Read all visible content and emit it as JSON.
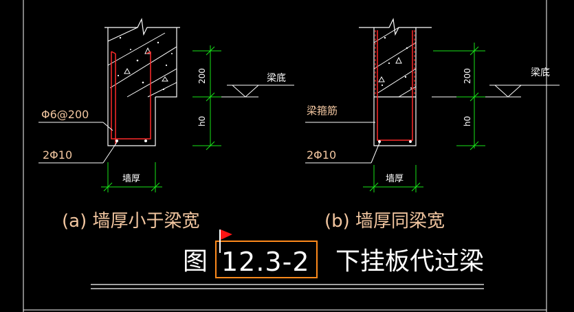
{
  "colors": {
    "background": "#000000",
    "outline": "#ffffff",
    "rebar": "#ff2a2a",
    "dimension": "#19e619",
    "label": "#f2c6a0",
    "caption": "#f2c6a0",
    "highlight_box": "#ff8a1c",
    "flag": "#ff1414"
  },
  "figure": {
    "prefix": "图",
    "number": "12.3-2",
    "title": "下挂板代过梁"
  },
  "panel_a": {
    "caption": "(a) 墙厚小于梁宽",
    "stirrup_label": "Φ6@200",
    "bottom_bar_label": "2Φ10",
    "wall_thickness_label": "墙厚",
    "beam_bottom_label": "梁底",
    "dim_upper": "200",
    "dim_lower": "h0"
  },
  "panel_b": {
    "caption": "(b) 墙厚同梁宽",
    "stirrup_label": "梁箍筋",
    "bottom_bar_label": "2Φ10",
    "wall_thickness_label": "墙厚",
    "beam_bottom_label": "梁底",
    "dim_upper": "200",
    "dim_lower": "h0"
  }
}
